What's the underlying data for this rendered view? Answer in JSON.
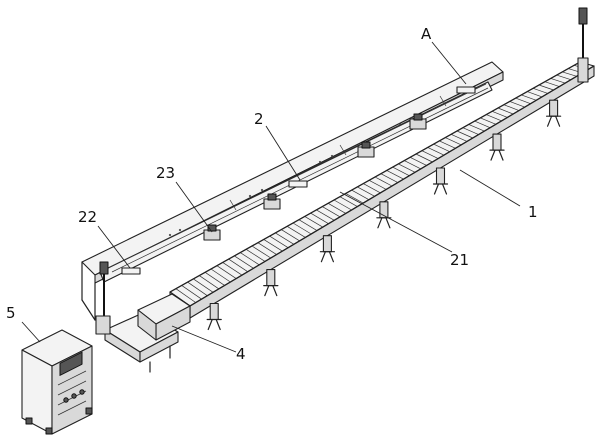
{
  "labels": {
    "detail_a": "A",
    "gantry": "2",
    "slide": "23",
    "end_stop": "22",
    "conveyor": "1",
    "conveyor_rollers": "21",
    "control_cabinet": "5",
    "loading_table": "4"
  }
}
